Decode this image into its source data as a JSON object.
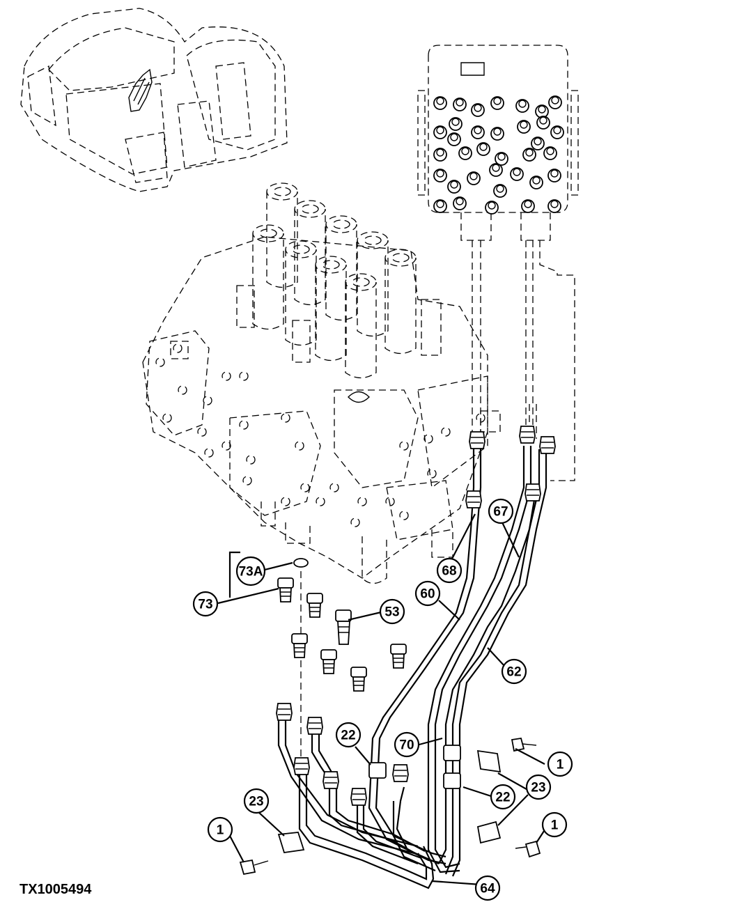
{
  "figure_id": "TX1005494",
  "callouts": {
    "c1a": "1",
    "c1b": "1",
    "c1c": "1",
    "c22a": "22",
    "c22b": "22",
    "c23a": "23",
    "c23b": "23",
    "c53": "53",
    "c60": "60",
    "c62": "62",
    "c64": "64",
    "c67": "67",
    "c68": "68",
    "c70": "70",
    "c73": "73",
    "c73a": "73A"
  }
}
